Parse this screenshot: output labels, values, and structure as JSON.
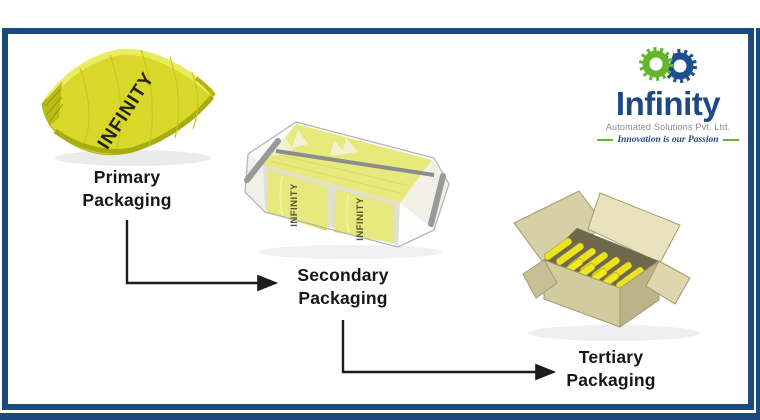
{
  "brand": {
    "name": "Infinity",
    "subtitle": "Automated Solutions Pvt. Ltd.",
    "tagline": "Innovation is our Passion"
  },
  "stages": [
    {
      "label": "Primary\nPackaging",
      "print": "INFINITY"
    },
    {
      "label": "Secondary\nPackaging",
      "print": "INFINITY"
    },
    {
      "label": "Tertiary\nPackaging"
    }
  ],
  "colors": {
    "navy": "#1b4a7e",
    "pouch-yellow": "#d7d829",
    "cardboard": "#d6d0a6",
    "logo-green": "#64b62e",
    "logo-blue": "#1d4a85",
    "arrow": "#1c1c1c"
  }
}
